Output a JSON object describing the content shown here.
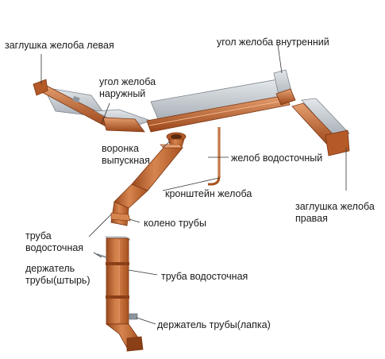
{
  "colors": {
    "copper": "#c2652f",
    "copper_dark": "#8a3f17",
    "copper_light": "#e39a6a",
    "steel": "#c9ced3",
    "steel_dark": "#8d959c",
    "leader": "#333333",
    "text": "#1a1a1a"
  },
  "labels": {
    "end_cap_left": "заглушка желоба левая",
    "inner_corner": "угол желоба внутренний",
    "outer_corner": "угол желоба\nнаружный",
    "outlet_funnel": "воронка\nвыпускная",
    "gutter": "желоб водосточный",
    "bracket": "кронштейн желоба",
    "end_cap_right": "заглушка желоба\nправая",
    "pipe_elbow": "колено трубы",
    "downpipe_left": "труба\nводосточная",
    "pipe_holder_pin": "держатель\nтрубы(штырь)",
    "downpipe_right": "труба водосточная",
    "pipe_holder_clip": "держатель трубы(лапка)"
  }
}
